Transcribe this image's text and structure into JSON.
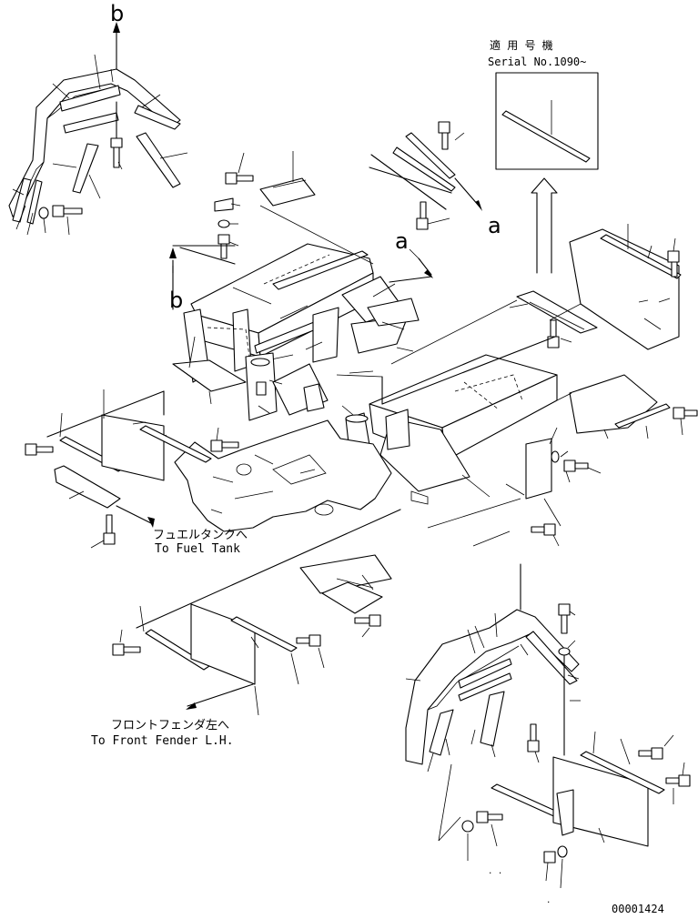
{
  "view_labels": {
    "b_top": "b",
    "b_mid": "b",
    "a_mid": "a",
    "a_right": "a"
  },
  "serial_box": {
    "line1": "適 用 号 機",
    "line2": "Serial No.1090~"
  },
  "fuel_tank": {
    "jp": "フュエルタンクへ",
    "en": "To Fuel Tank"
  },
  "front_fender": {
    "jp": "フロントフェンダ左へ",
    "en": "To Front Fender L.H."
  },
  "drawing_number": "00001424"
}
